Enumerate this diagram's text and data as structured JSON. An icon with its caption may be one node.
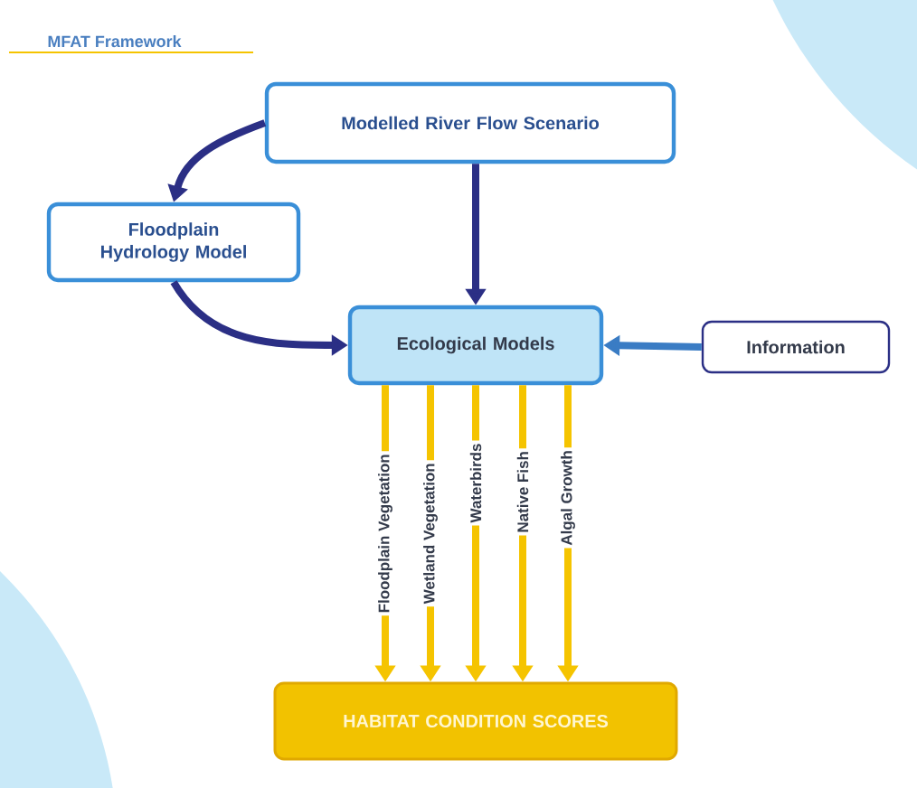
{
  "diagram": {
    "title": "MFAT Framework",
    "nodes": [
      {
        "text": [
          "Modelled River Flow Scenario"
        ]
      },
      {
        "text": [
          "Floodplain Hydrology Model"
        ]
      },
      {
        "text": [
          "Ecological Models"
        ]
      },
      {
        "text": [
          "Information"
        ]
      },
      {
        "text": [
          "HABITAT CONDITION SCORES"
        ]
      }
    ],
    "edges": [
      {
        "from": 0,
        "to": 1,
        "arrow": "to",
        "color": "#2b2f85"
      },
      {
        "from": 0,
        "to": 2,
        "arrow": "to",
        "color": "#2b2f85"
      },
      {
        "from": 1,
        "to": 2,
        "arrow": "to",
        "color": "#2b2f85"
      },
      {
        "from": 3,
        "to": 2,
        "arrow": "to",
        "color": "#3a7cc4"
      },
      {
        "from": 2,
        "to": 4,
        "arrow": "to",
        "label": "Floodplain Vegetation"
      },
      {
        "from": 2,
        "to": 4,
        "arrow": "to",
        "label": "Wetland Vegetation"
      },
      {
        "from": 2,
        "to": 4,
        "arrow": "to",
        "label": "Waterbirds"
      },
      {
        "from": 2,
        "to": 4,
        "arrow": "to",
        "label": "Native Fish"
      },
      {
        "from": 2,
        "to": 4,
        "arrow": "to",
        "label": "Algal Growth"
      }
    ]
  }
}
